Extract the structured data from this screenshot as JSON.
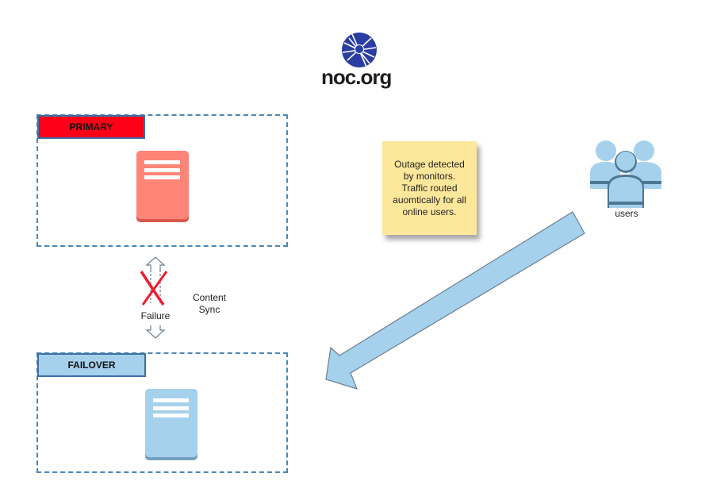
{
  "brand": {
    "logo_text": "noc.org",
    "logo_icon": "globe-network-icon",
    "logo_color": "#2a3da3"
  },
  "primary": {
    "label": "PRIMARY",
    "label_color": "#ff0019",
    "server_color": "#fe8577",
    "server_icon": "server-icon"
  },
  "failover": {
    "label": "FAILOVER",
    "label_color": "#a6d1ec",
    "server_color": "#a6d1ec",
    "server_icon": "server-icon"
  },
  "sync": {
    "failure_label": "Failure",
    "content_sync_line1": "Content",
    "content_sync_line2": "Sync",
    "arrow_icon": "double-arrow-icon",
    "failure_icon": "x-mark-icon"
  },
  "note": {
    "line1": "Outage detected",
    "line2": "by monitors.",
    "line3": "Traffic routed",
    "line4": "auomtically for all",
    "line5": "online users.",
    "color": "#fde79b"
  },
  "users": {
    "label": "users",
    "icon": "users-group-icon",
    "color": "#a6d1ec"
  },
  "traffic_arrow": {
    "icon": "arrow-down-left-icon",
    "color": "#a6d1ec"
  }
}
